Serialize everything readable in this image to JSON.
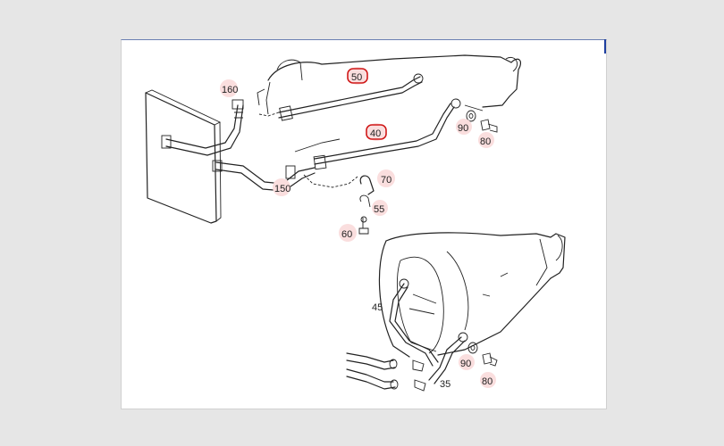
{
  "diagram": {
    "callouts": {
      "c160": "160",
      "c50": "50",
      "c40": "40",
      "c90a": "90",
      "c80a": "80",
      "c150": "150",
      "c70": "70",
      "c55": "55",
      "c60": "60",
      "c45": "45",
      "c90b": "90",
      "c80b": "80",
      "c35": "35"
    },
    "colors": {
      "highlight_fill": "#fadede",
      "ring": "#d01818",
      "line": "#222222",
      "background": "#e6e6e6"
    }
  }
}
